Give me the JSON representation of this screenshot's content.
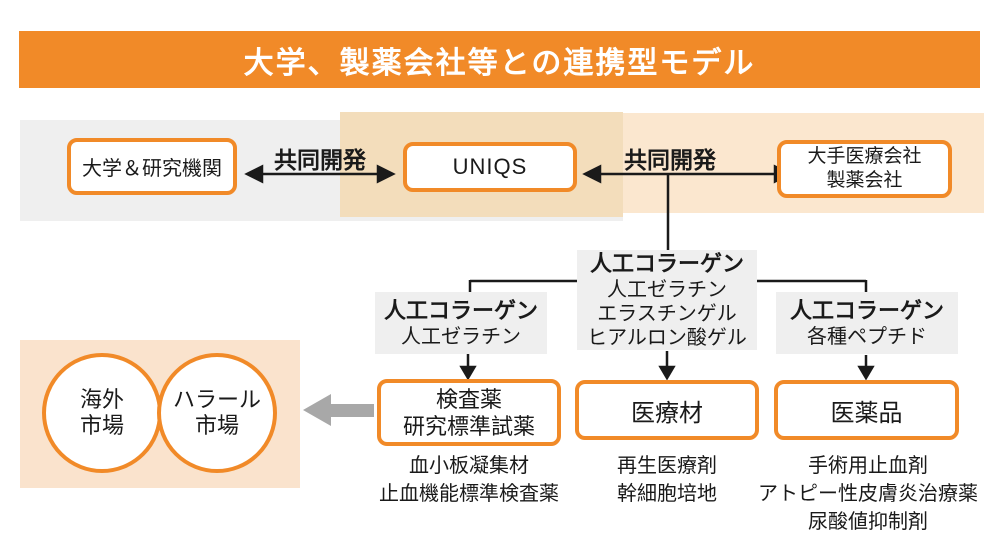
{
  "title": "大学、製薬会社等との連携型モデル",
  "top_row": {
    "university": {
      "label": "大学＆研究機関"
    },
    "uniqs": {
      "label": "UNIQS"
    },
    "pharma": {
      "lines": [
        "大手医療会社",
        "製薬会社"
      ]
    },
    "left_link_label": "共同開発",
    "right_link_label": "共同開発"
  },
  "branch_labels": {
    "left": {
      "title": "人工コラーゲン",
      "items": [
        "人工ゼラチン"
      ]
    },
    "center": {
      "title": "人工コラーゲン",
      "items": [
        "人工ゼラチン",
        "エラスチンゲル",
        "ヒアルロン酸ゲル"
      ]
    },
    "right": {
      "title": "人工コラーゲン",
      "items": [
        "各種ペプチド"
      ]
    }
  },
  "products": {
    "testing": {
      "box_lines": [
        "検査薬",
        "研究標準試薬"
      ],
      "examples": [
        "血小板凝集材",
        "止血機能標準検査薬"
      ]
    },
    "medical_materials": {
      "box_lines": [
        "医療材"
      ],
      "examples": [
        "再生医療剤",
        "幹細胞培地"
      ]
    },
    "pharmaceuticals": {
      "box_lines": [
        "医薬品"
      ],
      "examples": [
        "手術用止血剤",
        "アトピー性皮膚炎治療薬",
        "尿酸値抑制剤"
      ]
    }
  },
  "markets": {
    "overseas": {
      "lines": [
        "海外",
        "市場"
      ]
    },
    "halal": {
      "lines": [
        "ハラール",
        "市場"
      ]
    }
  },
  "colors": {
    "accent": "#F18A28",
    "band-beige": "#F3DDBB",
    "band-peach": "#FBE7CF",
    "panel-peach": "#FAE3CD",
    "block-gray": "#EFEFEF",
    "arrow-gray": "#A8A8A8",
    "ink": "#1a1a1a"
  }
}
